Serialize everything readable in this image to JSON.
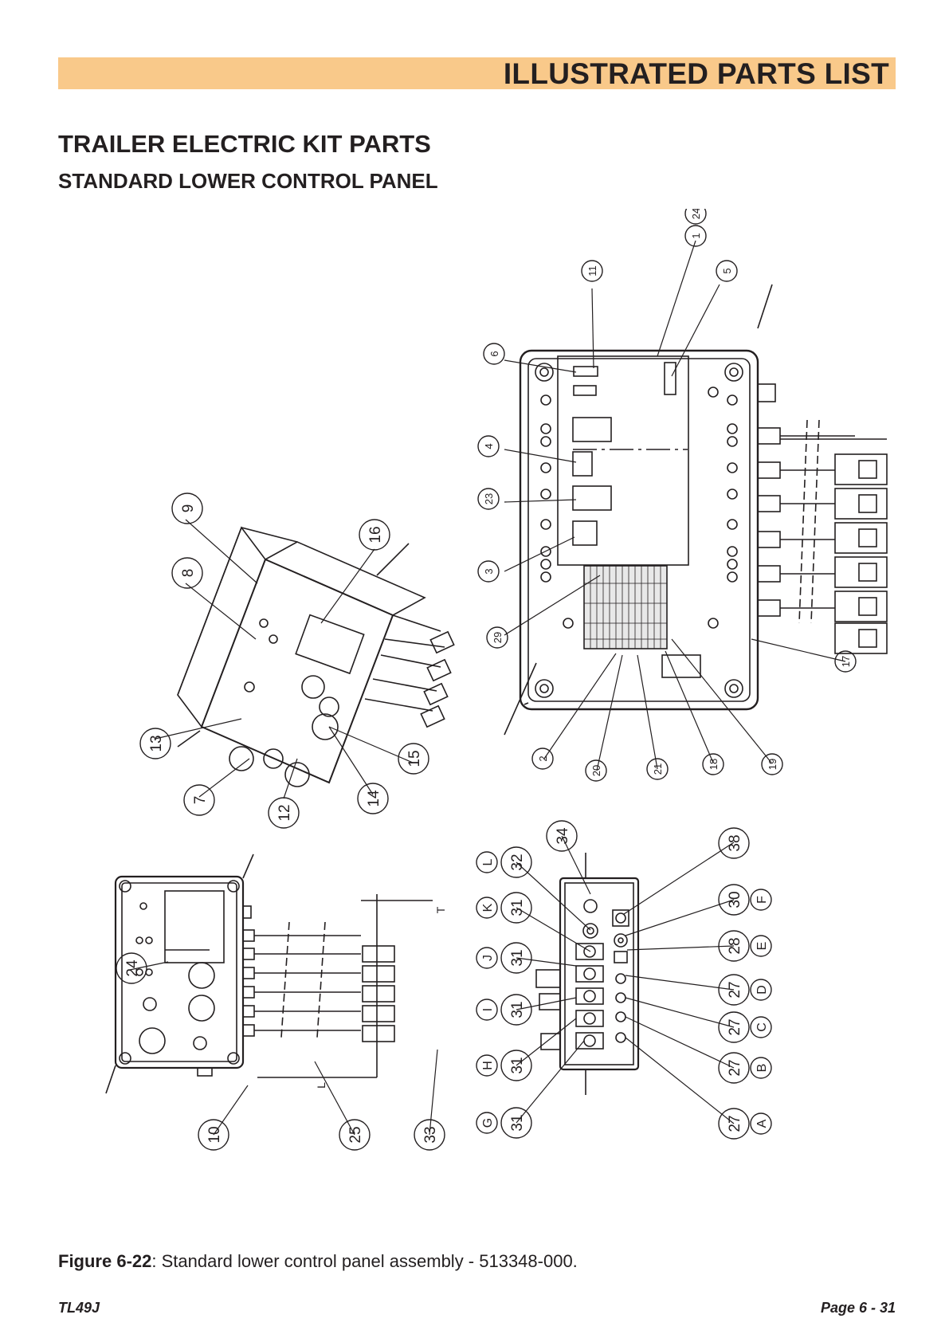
{
  "header": {
    "title": "ILLUSTRATED PARTS LIST",
    "band_color": "#f9c98a"
  },
  "section": {
    "title": "TRAILER ELECTRIC KIT PARTS",
    "subtitle": "STANDARD LOWER CONTROL PANEL"
  },
  "figure": {
    "caption_label": "Figure 6-22",
    "caption_text": ": Standard lower control panel assembly - 513348-000.",
    "callouts": {
      "c9": "9",
      "c8": "8",
      "c16": "16",
      "c13": "13",
      "c7": "7",
      "c12": "12",
      "c14": "14",
      "c15": "15",
      "c24a": "24",
      "c1": "1",
      "c11": "11",
      "c5": "5",
      "c6": "6",
      "c4": "4",
      "c23": "23",
      "c3": "3",
      "c29": "29",
      "c2": "2",
      "c20": "20",
      "c21": "21",
      "c18": "18",
      "c19": "19",
      "c17": "17",
      "c24b": "24",
      "c10": "10",
      "c25": "25",
      "c33": "33",
      "c34": "34",
      "c38": "38",
      "c32": "32",
      "c31a": "31",
      "c31b": "31",
      "c31c": "31",
      "c31d": "31",
      "c31e": "31",
      "c30": "30",
      "c28": "28",
      "c27a": "27",
      "c27b": "27",
      "c27c": "27",
      "c27d": "27",
      "lL": "L",
      "lK": "K",
      "lJ": "J",
      "lI": "I",
      "lH": "H",
      "lG": "G",
      "lF": "F",
      "lE": "E",
      "lD": "D",
      "lC": "C",
      "lB": "B",
      "lA": "A",
      "dimT": "T",
      "dimL": "L"
    }
  },
  "footer": {
    "model": "TL49J",
    "page": "Page 6 - 31"
  }
}
